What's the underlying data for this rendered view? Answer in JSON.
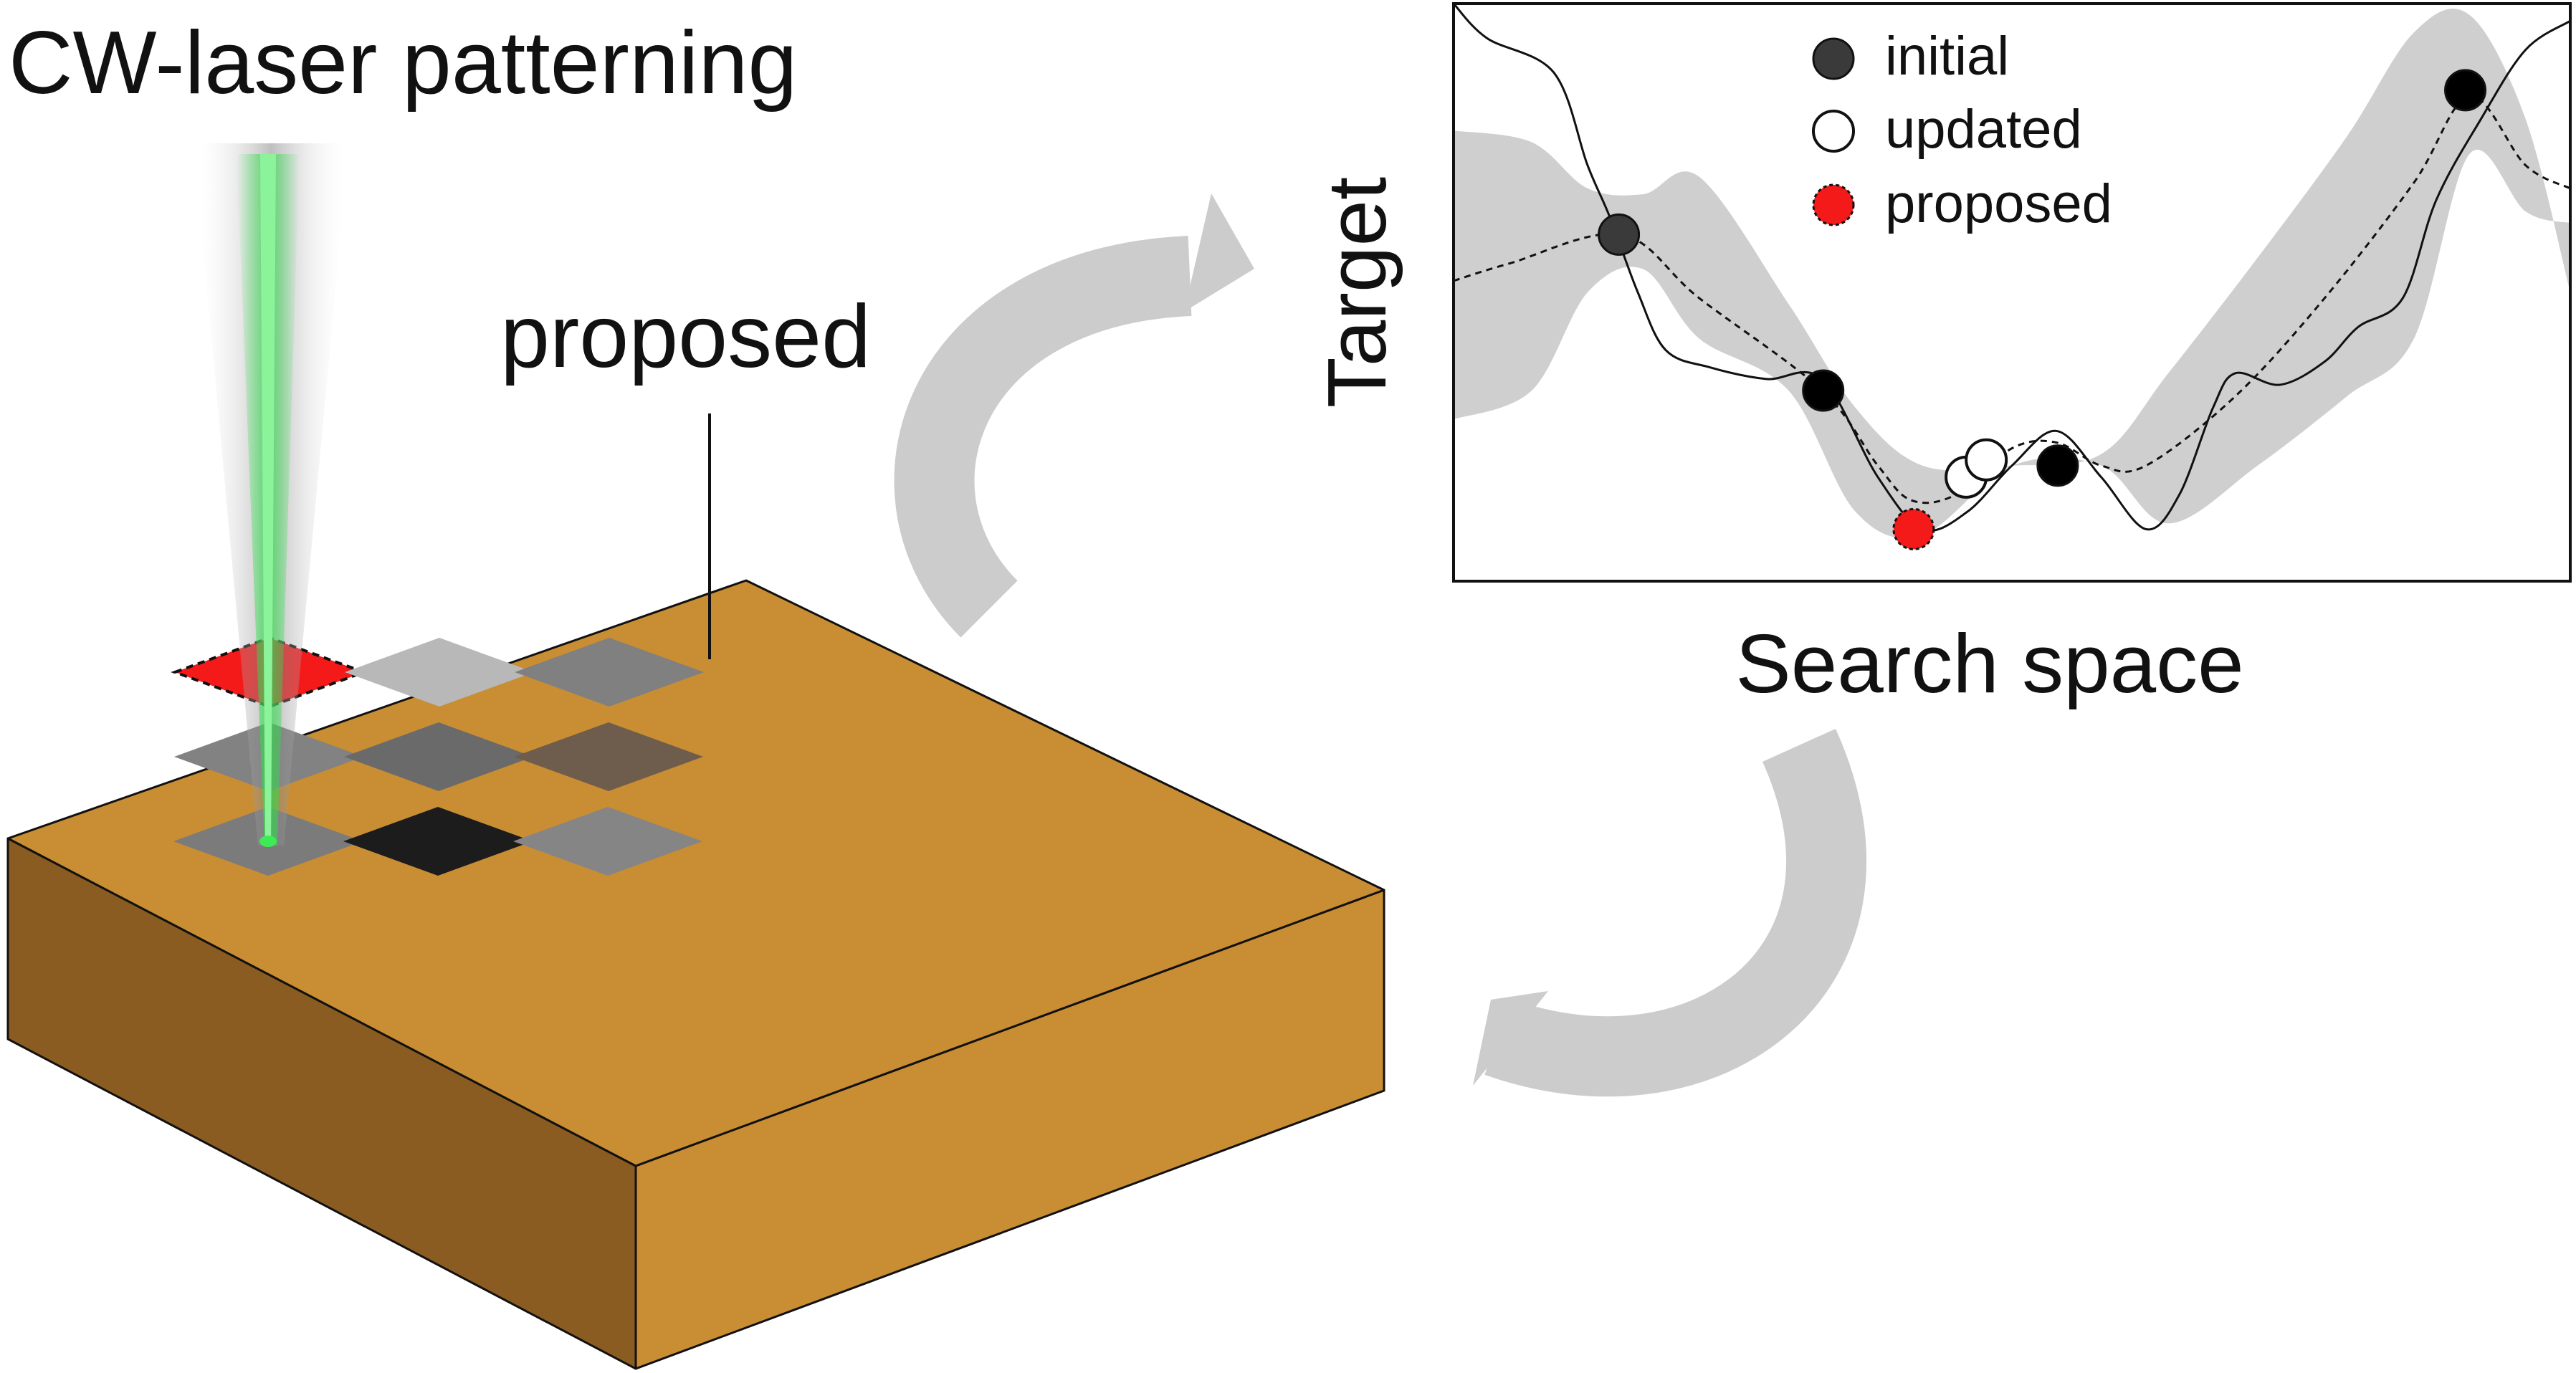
{
  "labels": {
    "title": "CW-laser patterning",
    "proposed_callout": "proposed",
    "y_axis": "Target",
    "x_axis": "Search space"
  },
  "legend": [
    {
      "key": "initial",
      "label": "initial"
    },
    {
      "key": "updated",
      "label": "updated"
    },
    {
      "key": "proposed",
      "label": "proposed"
    }
  ],
  "colors": {
    "substrate_top": "#C98D33",
    "substrate_left": "#8A5C22",
    "substrate_right": "#C98D33",
    "laser": "#2EE04A",
    "proposed_red": "#F51A1A",
    "initial_dark": "#3A3A3A",
    "initial_black": "#000000",
    "cycle_arrow": "#CCCCCC",
    "uncertainty_band": "#CFCFCF"
  },
  "patterned_squares": [
    {
      "row": 1,
      "col": 1,
      "fill": "#7B7B7B",
      "kind": "pattern"
    },
    {
      "row": 0,
      "col": 2,
      "fill": "#828282",
      "kind": "pattern"
    },
    {
      "row": -1,
      "col": 3,
      "fill": "#F51A1A",
      "kind": "proposed"
    },
    {
      "row": 2,
      "col": 2,
      "fill": "#1C1C1C",
      "kind": "pattern"
    },
    {
      "row": 1,
      "col": 3,
      "fill": "#6A6A6A",
      "kind": "pattern"
    },
    {
      "row": 0,
      "col": 4,
      "fill": "#B8B8B8",
      "kind": "pattern"
    },
    {
      "row": 3,
      "col": 3,
      "fill": "#858585",
      "kind": "pattern"
    },
    {
      "row": 2,
      "col": 4,
      "fill": "#6E5C4C",
      "kind": "pattern"
    },
    {
      "row": 1,
      "col": 5,
      "fill": "#808080",
      "kind": "pattern"
    }
  ],
  "chart_data": {
    "type": "line",
    "xlabel": "Search space",
    "ylabel": "Target",
    "xlim": [
      0,
      1
    ],
    "ylim": [
      0,
      1
    ],
    "series": [
      {
        "name": "",
        "style": "solid",
        "x": [
          0.0,
          0.03,
          0.09,
          0.12,
          0.14,
          0.165,
          0.19,
          0.23,
          0.28,
          0.33,
          0.38,
          0.42,
          0.46,
          0.5,
          0.54,
          0.58,
          0.62,
          0.65,
          0.68,
          0.7,
          0.74,
          0.78,
          0.81,
          0.85,
          0.88,
          0.92,
          0.96,
          1.0
        ],
        "y": [
          1.0,
          0.94,
          0.88,
          0.72,
          0.63,
          0.5,
          0.4,
          0.37,
          0.35,
          0.35,
          0.18,
          0.09,
          0.12,
          0.2,
          0.26,
          0.18,
          0.09,
          0.15,
          0.3,
          0.36,
          0.34,
          0.38,
          0.44,
          0.49,
          0.66,
          0.8,
          0.92,
          0.97
        ]
      },
      {
        "name": "",
        "style": "dashed",
        "x": [
          0.0,
          0.05,
          0.15,
          0.22,
          0.33,
          0.38,
          0.41,
          0.45,
          0.5,
          0.54,
          0.58,
          0.62,
          0.7,
          0.78,
          0.86,
          0.91,
          0.96,
          1.0
        ],
        "y": [
          0.52,
          0.55,
          0.6,
          0.49,
          0.33,
          0.2,
          0.14,
          0.15,
          0.23,
          0.24,
          0.2,
          0.2,
          0.32,
          0.49,
          0.69,
          0.84,
          0.72,
          0.68
        ]
      }
    ],
    "band": {
      "x": [
        0.0,
        0.07,
        0.12,
        0.17,
        0.22,
        0.3,
        0.36,
        0.42,
        0.5,
        0.58,
        0.64,
        0.72,
        0.8,
        0.86,
        0.91,
        0.96,
        1.0
      ],
      "upper": [
        0.78,
        0.76,
        0.68,
        0.67,
        0.7,
        0.48,
        0.3,
        0.2,
        0.2,
        0.22,
        0.36,
        0.56,
        0.77,
        0.95,
        0.98,
        0.8,
        0.5
      ],
      "lower": [
        0.28,
        0.33,
        0.5,
        0.54,
        0.42,
        0.33,
        0.12,
        0.08,
        0.2,
        0.2,
        0.1,
        0.2,
        0.32,
        0.42,
        0.74,
        0.64,
        0.62
      ]
    },
    "points": [
      {
        "kind": "initial",
        "shade": "dark",
        "x": 0.148,
        "y": 0.6
      },
      {
        "kind": "initial",
        "shade": "black",
        "x": 0.331,
        "y": 0.33
      },
      {
        "kind": "updated",
        "x": 0.459,
        "y": 0.18
      },
      {
        "kind": "updated",
        "x": 0.477,
        "y": 0.21
      },
      {
        "kind": "initial",
        "shade": "black",
        "x": 0.541,
        "y": 0.2
      },
      {
        "kind": "proposed",
        "x": 0.412,
        "y": 0.09
      },
      {
        "kind": "initial",
        "shade": "black",
        "x": 0.906,
        "y": 0.85
      }
    ]
  }
}
